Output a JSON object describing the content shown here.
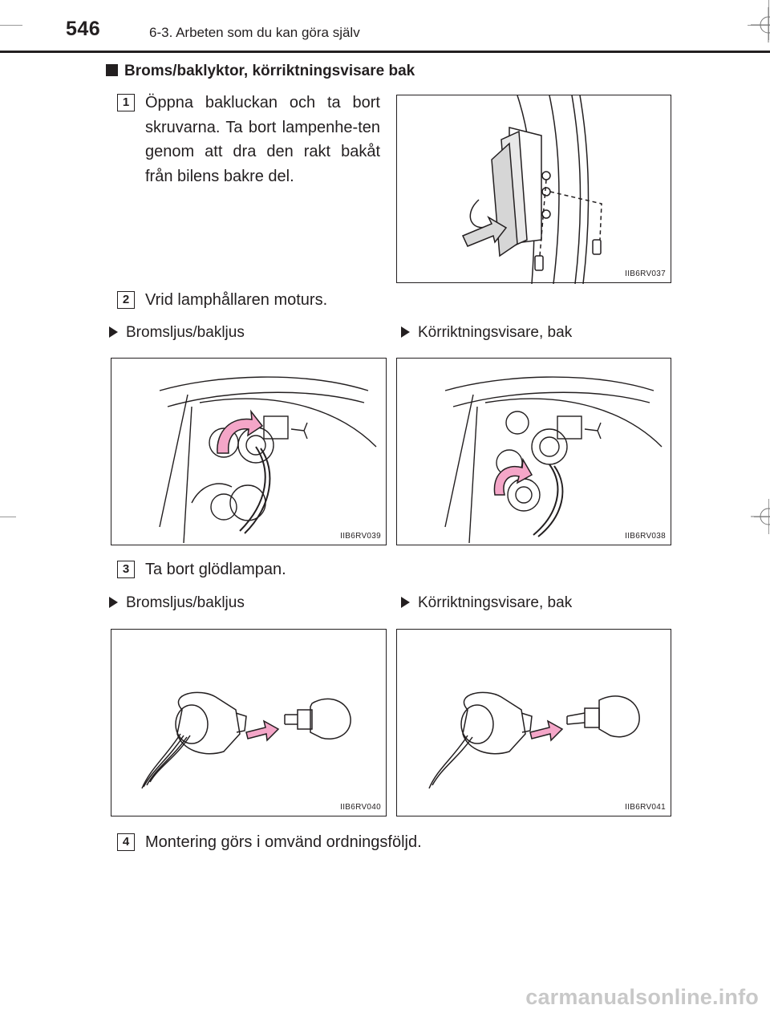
{
  "header": {
    "page_number": "546",
    "chapter": "6-3. Arbeten som du kan göra själv"
  },
  "section": {
    "title": "Broms/baklyktor, körriktningsvisare bak"
  },
  "steps": [
    {
      "number": "1",
      "text": "Öppna bakluckan och ta bort skruvarna. Ta bort lampenhe-ten genom att dra den rakt bakåt från bilens bakre del."
    },
    {
      "number": "2",
      "text": "Vrid lamphållaren moturs."
    },
    {
      "number": "3",
      "text": "Ta bort glödlampan."
    },
    {
      "number": "4",
      "text": "Montering görs i omvänd ordningsföljd."
    }
  ],
  "bullets": {
    "row1_left": "Bromsljus/bakljus",
    "row1_right": "Körriktningsvisare, bak",
    "row2_left": "Bromsljus/bakljus",
    "row2_right": "Körriktningsvisare, bak"
  },
  "figures": {
    "fig1": {
      "code": "IIB6RV037",
      "icon": "lamp-removal-illustration"
    },
    "fig2": {
      "code": "IIB6RV039",
      "icon": "brake-light-socket-rotate-illustration"
    },
    "fig3": {
      "code": "IIB6RV038",
      "icon": "turn-signal-socket-rotate-illustration"
    },
    "fig4": {
      "code": "IIB6RV040",
      "icon": "brake-light-bulb-removal-illustration"
    },
    "fig5": {
      "code": "IIB6RV041",
      "icon": "turn-signal-bulb-removal-illustration"
    }
  },
  "watermark": "carmanualsonline.info",
  "colors": {
    "text": "#231f20",
    "arrow_pink": "#f4a6c8",
    "watermark": "#c8c8c8"
  }
}
